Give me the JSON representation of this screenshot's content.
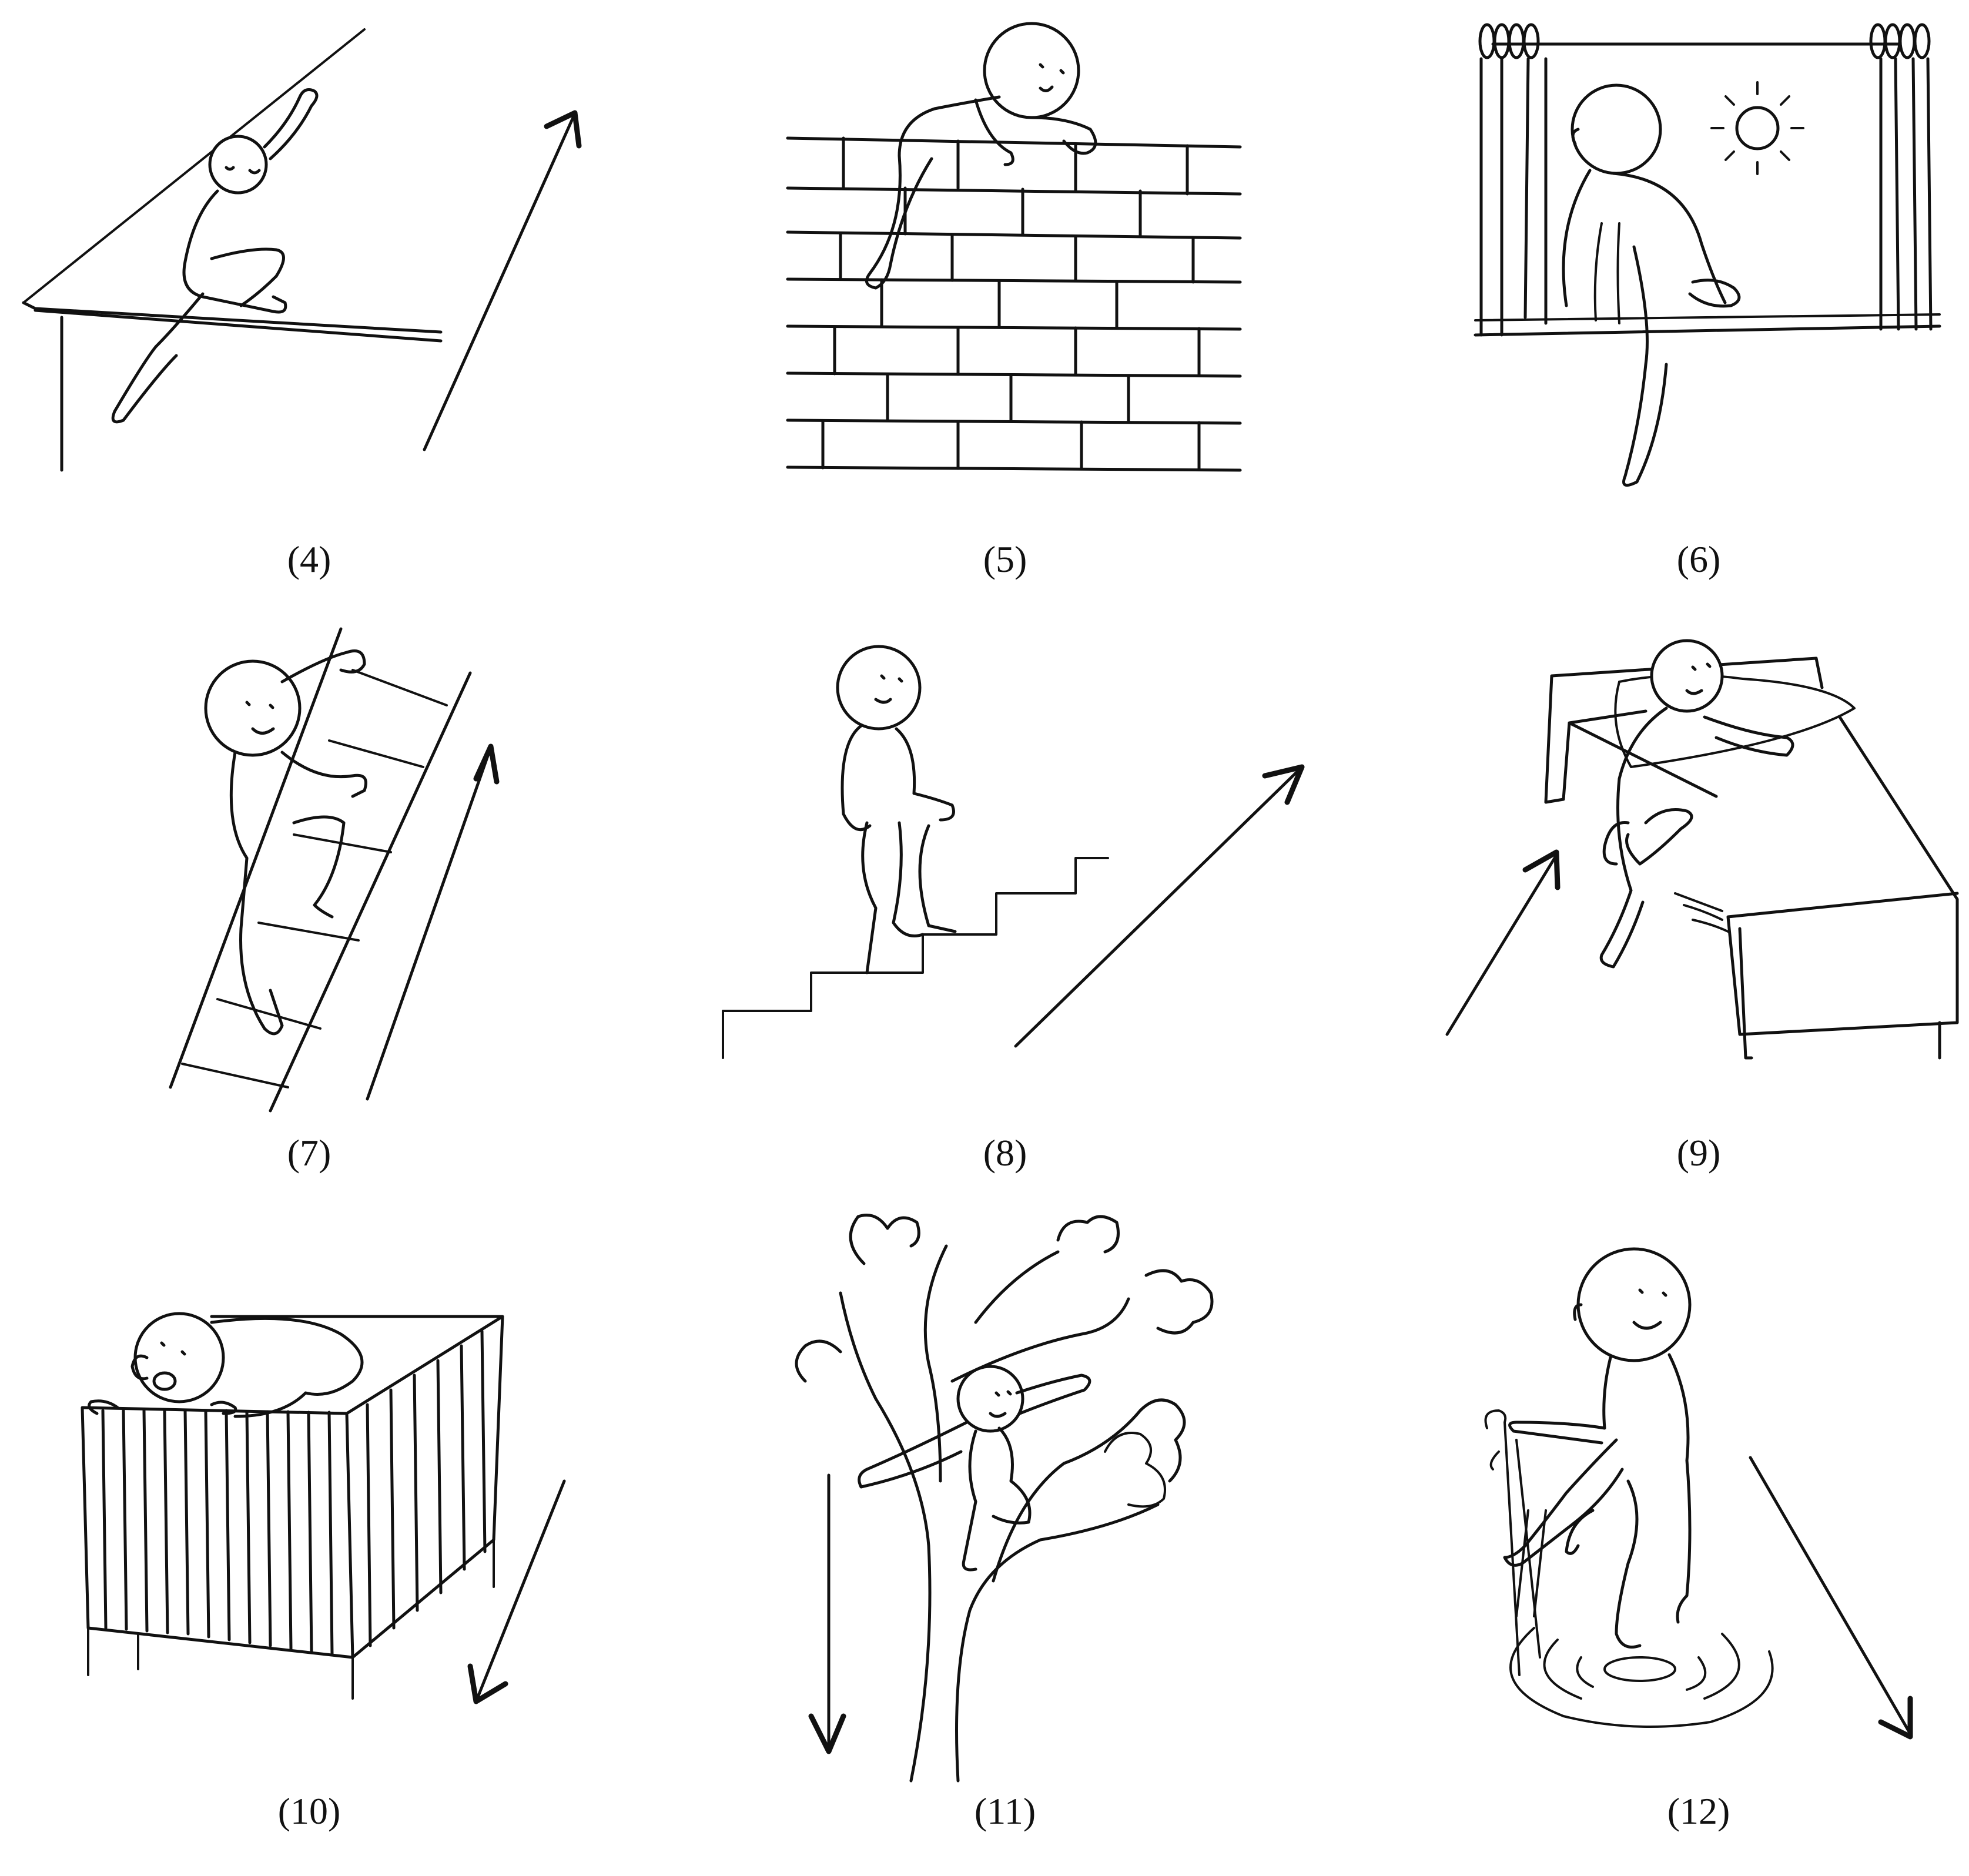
{
  "panels": [
    {
      "id": 4,
      "label": "(4)",
      "scene": "roof",
      "arrow": "up-right"
    },
    {
      "id": 5,
      "label": "(5)",
      "scene": "wall",
      "arrow": "none"
    },
    {
      "id": 6,
      "label": "(6)",
      "scene": "window",
      "arrow": "none"
    },
    {
      "id": 7,
      "label": "(7)",
      "scene": "ladder",
      "arrow": "up-right"
    },
    {
      "id": 8,
      "label": "(8)",
      "scene": "stairs",
      "arrow": "up-right"
    },
    {
      "id": 9,
      "label": "(9)",
      "scene": "bed",
      "arrow": "up-right"
    },
    {
      "id": 10,
      "label": "(10)",
      "scene": "crib",
      "arrow": "down-left"
    },
    {
      "id": 11,
      "label": "(11)",
      "scene": "tree",
      "arrow": "down"
    },
    {
      "id": 12,
      "label": "(12)",
      "scene": "water",
      "arrow": "down-right"
    }
  ]
}
